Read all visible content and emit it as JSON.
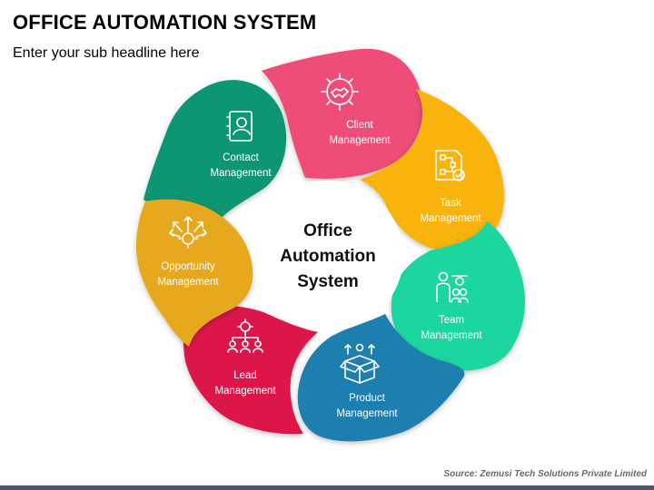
{
  "title": "OFFICE AUTOMATION SYSTEM",
  "subtitle": "Enter your sub headline here",
  "center": {
    "line1": "Office",
    "line2": "Automation",
    "line3": "System"
  },
  "segments": [
    {
      "line1": "Client",
      "line2": "Management",
      "color": "#ED4E77",
      "icon": "handshake-gear-icon"
    },
    {
      "line1": "Task",
      "line2": "Management",
      "color": "#F8B40F",
      "icon": "task-flow-document-icon"
    },
    {
      "line1": "Team",
      "line2": "Management",
      "color": "#1DD6A0",
      "icon": "team-icon"
    },
    {
      "line1": "Product",
      "line2": "Management",
      "color": "#1A7FB0",
      "icon": "product-box-icon"
    },
    {
      "line1": "Lead",
      "line2": "Management",
      "color": "#DD1748",
      "icon": "lead-network-icon"
    },
    {
      "line1": "Opportunity",
      "line2": "Management",
      "color": "#E6A81C",
      "icon": "opportunity-arrows-icon"
    },
    {
      "line1": "Contact",
      "line2": "Management",
      "color": "#0E9673",
      "icon": "contact-book-icon"
    }
  ],
  "source": "Source: Zemusi Tech Solutions Private Limited"
}
